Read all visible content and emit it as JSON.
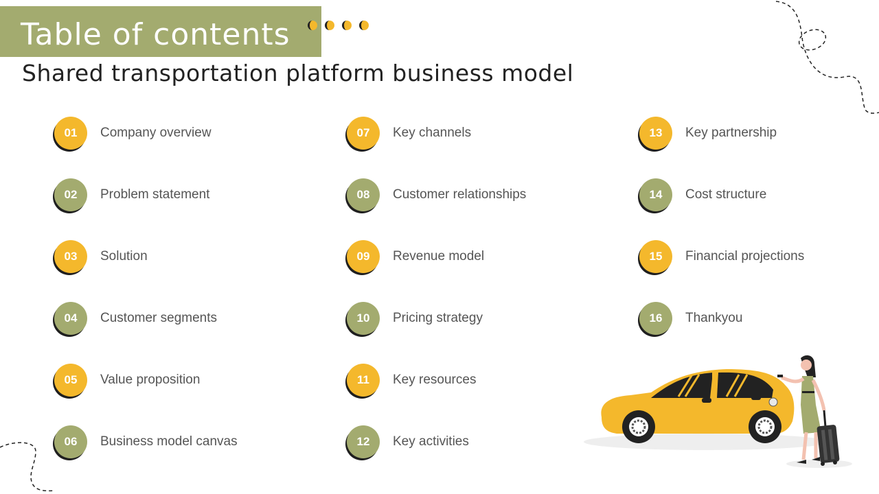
{
  "header": {
    "title": "Table of contents",
    "subtitle": "Shared transportation platform business model"
  },
  "colors": {
    "yellow": "#f4b82c",
    "olive": "#a3ab6f",
    "text": "#555555",
    "heading": "#222222"
  },
  "toc": {
    "items": [
      {
        "number": "01",
        "label": "Company overview",
        "color": "yellow"
      },
      {
        "number": "02",
        "label": "Problem statement",
        "color": "olive"
      },
      {
        "number": "03",
        "label": "Solution",
        "color": "yellow"
      },
      {
        "number": "04",
        "label": "Customer segments",
        "color": "olive"
      },
      {
        "number": "05",
        "label": "Value proposition",
        "color": "yellow"
      },
      {
        "number": "06",
        "label": "Business model canvas",
        "color": "olive"
      },
      {
        "number": "07",
        "label": "Key channels",
        "color": "yellow"
      },
      {
        "number": "08",
        "label": "Customer relationships",
        "color": "olive"
      },
      {
        "number": "09",
        "label": "Revenue model",
        "color": "yellow"
      },
      {
        "number": "10",
        "label": "Pricing strategy",
        "color": "olive"
      },
      {
        "number": "11",
        "label": "Key resources",
        "color": "yellow"
      },
      {
        "number": "12",
        "label": "Key activities",
        "color": "olive"
      },
      {
        "number": "13",
        "label": "Key partnership",
        "color": "yellow"
      },
      {
        "number": "14",
        "label": "Cost structure",
        "color": "olive"
      },
      {
        "number": "15",
        "label": "Financial projections",
        "color": "yellow"
      },
      {
        "number": "16",
        "label": "Thankyou",
        "color": "olive"
      }
    ]
  }
}
